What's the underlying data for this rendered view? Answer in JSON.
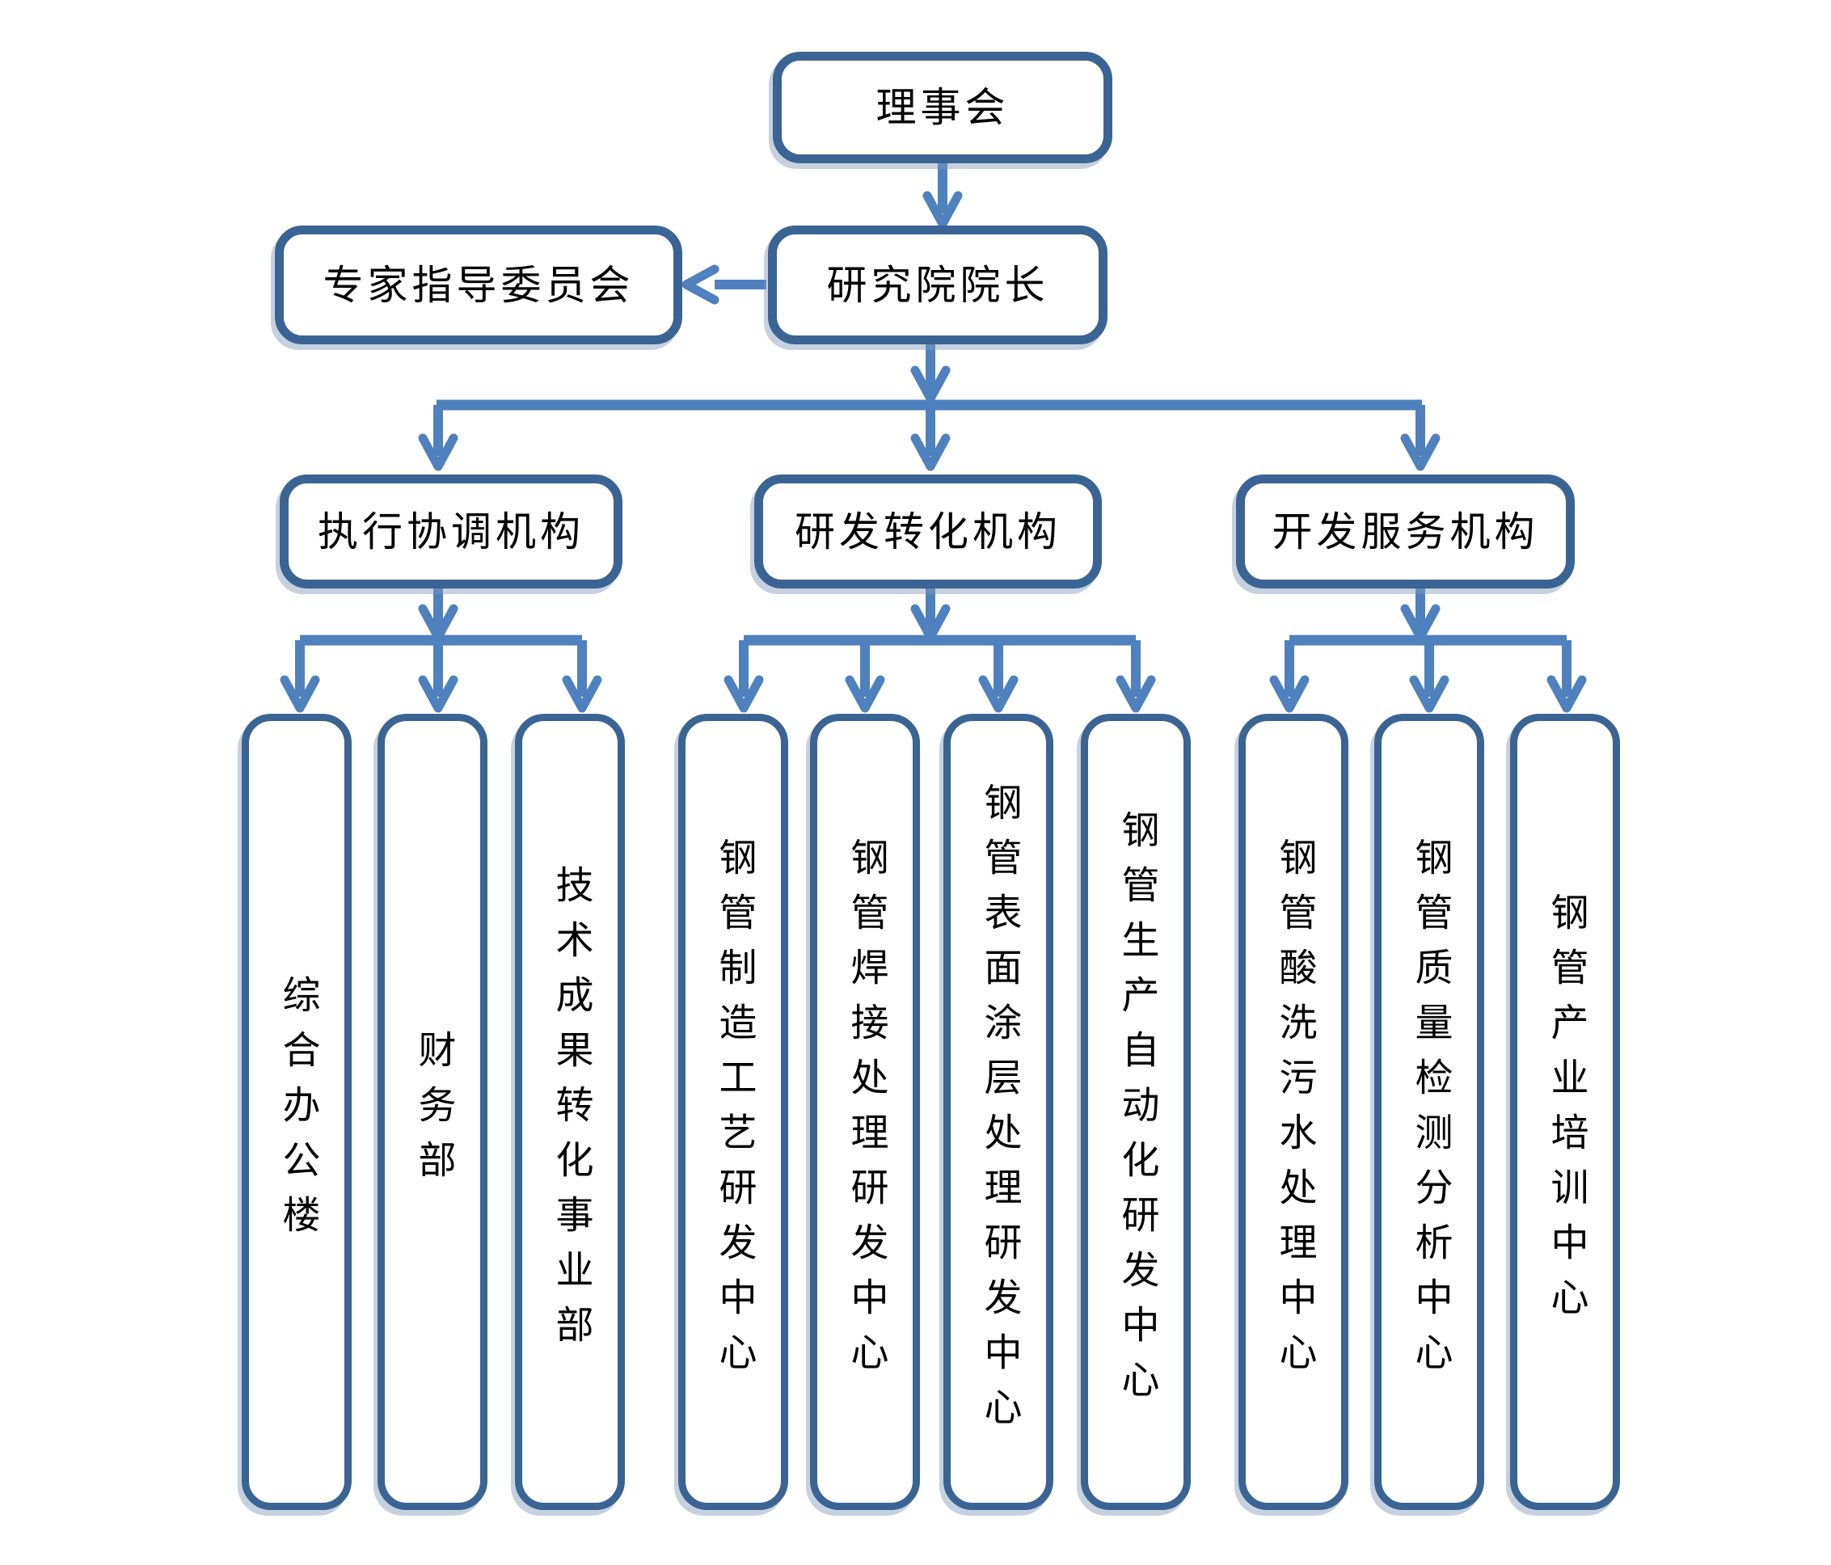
{
  "org": {
    "board": {
      "label": "理事会"
    },
    "president": {
      "label": "研究院院长"
    },
    "advisory": {
      "label": "专家指导委员会"
    },
    "branches": [
      {
        "label": "执行协调机构",
        "children": [
          "综合办公楼",
          "财务部",
          "技术成果转化事业部"
        ]
      },
      {
        "label": "研发转化机构",
        "children": [
          "钢管制造工艺研发中心",
          "钢管焊接处理研发中心",
          "钢管表面涂层处理研发中心",
          "钢管生产自动化研发中心"
        ]
      },
      {
        "label": "开发服务机构",
        "children": [
          "钢管酸洗污水处理中心",
          "钢管质量检测分析中心",
          "钢管产业培训中心"
        ]
      }
    ]
  },
  "colors": {
    "box_border": "#3a6494",
    "connector": "#4e81bd",
    "text": "#000000",
    "background": "#ffffff"
  }
}
